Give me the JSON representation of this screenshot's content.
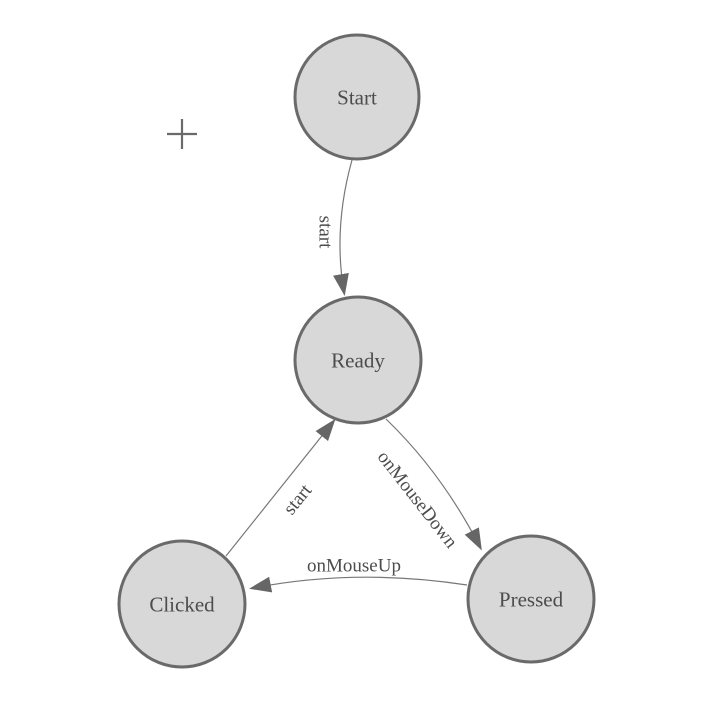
{
  "diagram": {
    "type": "finite-state-machine",
    "nodes": [
      {
        "id": "start",
        "label": "Start"
      },
      {
        "id": "ready",
        "label": "Ready"
      },
      {
        "id": "clicked",
        "label": "Clicked"
      },
      {
        "id": "pressed",
        "label": "Pressed"
      }
    ],
    "edges": [
      {
        "from": "Start",
        "to": "Ready",
        "label": "start"
      },
      {
        "from": "Clicked",
        "to": "Ready",
        "label": "start"
      },
      {
        "from": "Ready",
        "to": "Pressed",
        "label": "onMouseDown"
      },
      {
        "from": "Pressed",
        "to": "Clicked",
        "label": "onMouseUp"
      }
    ],
    "colors": {
      "background": "#ffffff",
      "node_fill": "#d8d8d8",
      "node_stroke": "#6a6a6a",
      "edge_stroke": "#777777",
      "arrow_fill": "#666666",
      "label_color": "#4c4c4c",
      "crosshair_color": "#6a6a6a"
    }
  }
}
